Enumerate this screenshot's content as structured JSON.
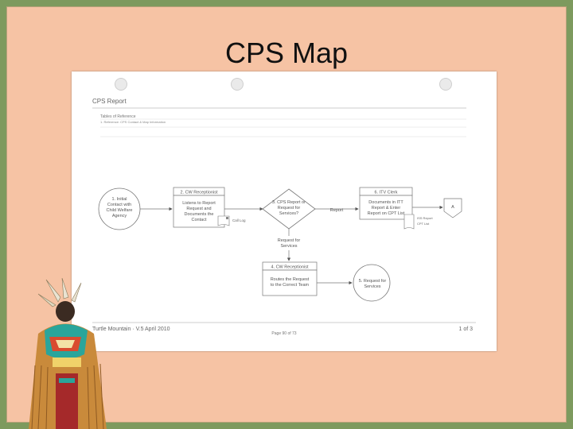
{
  "slide": {
    "title": "CPS Map"
  },
  "document": {
    "header": "CPS Report",
    "table_of_references_label": "Tables of Reference",
    "reference_line": "1. Reference: CPS Contact & Map Information",
    "footer_left": "Turtle Mountain · V.5 April 2010",
    "footer_center": "Page 90 of 73",
    "footer_right": "1 of 3"
  },
  "flow": {
    "node1": [
      "1. Initial",
      "Contact with",
      "Child Welfare",
      "Agency"
    ],
    "node2_title": "2. CW Receptionist",
    "node2_body": [
      "Listens to Report",
      "Request and",
      "Documents the",
      "Contact"
    ],
    "call_log": "Call Log",
    "decision": [
      "3. CPS Report or",
      "Request for",
      "Services?"
    ],
    "edge_report": "Report",
    "edge_request": [
      "Request for",
      "Services"
    ],
    "node6_title": "6. ITV Clerk",
    "node6_body": [
      "Documents in ITT",
      "Report & Enter",
      "Report on CPT List"
    ],
    "node6_outputs": [
      "ISS Report",
      "CPT List"
    ],
    "connector": "A",
    "node4_title": "4. CW Receptionist",
    "node4_body": [
      "Routes the Request",
      "to the Correct Team"
    ],
    "node5": [
      "5. Request for",
      "Services"
    ]
  }
}
